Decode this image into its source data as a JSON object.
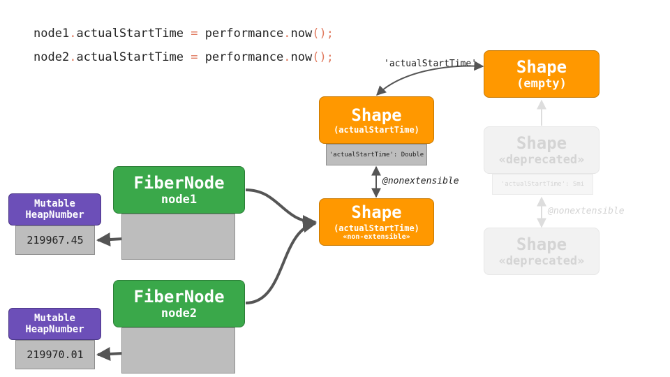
{
  "code": {
    "line1": {
      "lhs": "node1",
      "dot1": ".",
      "prop": "actualStartTime",
      "eq": " = ",
      "obj": "performance",
      "dot2": ".",
      "fn": "now",
      "paren": "()",
      "semi": ";"
    },
    "line2": {
      "lhs": "node2",
      "dot1": ".",
      "prop": "actualStartTime",
      "eq": " = ",
      "obj": "performance",
      "dot2": ".",
      "fn": "now",
      "paren": "()",
      "semi": ";"
    }
  },
  "shapes": {
    "empty": {
      "title": "Shape",
      "subtitle": "(empty)"
    },
    "actual": {
      "title": "Shape",
      "subtitle": "(actualStartTime)",
      "field": "'actualStartTime': Double"
    },
    "nonext": {
      "title": "Shape",
      "subtitle": "(actualStartTime)",
      "subtitle2": "«non-extensible»"
    },
    "deprecated1": {
      "title": "Shape",
      "subtitle": "«deprecated»",
      "field": "'actualStartTime': Smi"
    },
    "deprecated2": {
      "title": "Shape",
      "subtitle": "«deprecated»"
    }
  },
  "edges": {
    "transition_label": "'actualStartTime'",
    "nonextensible_label": "@nonextensible",
    "ghost_nonextensible_label": "@nonextensible"
  },
  "fibers": [
    {
      "title": "FiberNode",
      "name": "node1"
    },
    {
      "title": "FiberNode",
      "name": "node2"
    }
  ],
  "heap_numbers": [
    {
      "title_line1": "Mutable",
      "title_line2": "HeapNumber",
      "value": "219967.45"
    },
    {
      "title_line1": "Mutable",
      "title_line2": "HeapNumber",
      "value": "219970.01"
    }
  ],
  "colors": {
    "shape": "#ff9800",
    "fiber": "#3aa84a",
    "heapnumber": "#6c4fb8",
    "slot": "#bdbdbd",
    "arrow": "#555555",
    "ghost": "#dddddd"
  }
}
